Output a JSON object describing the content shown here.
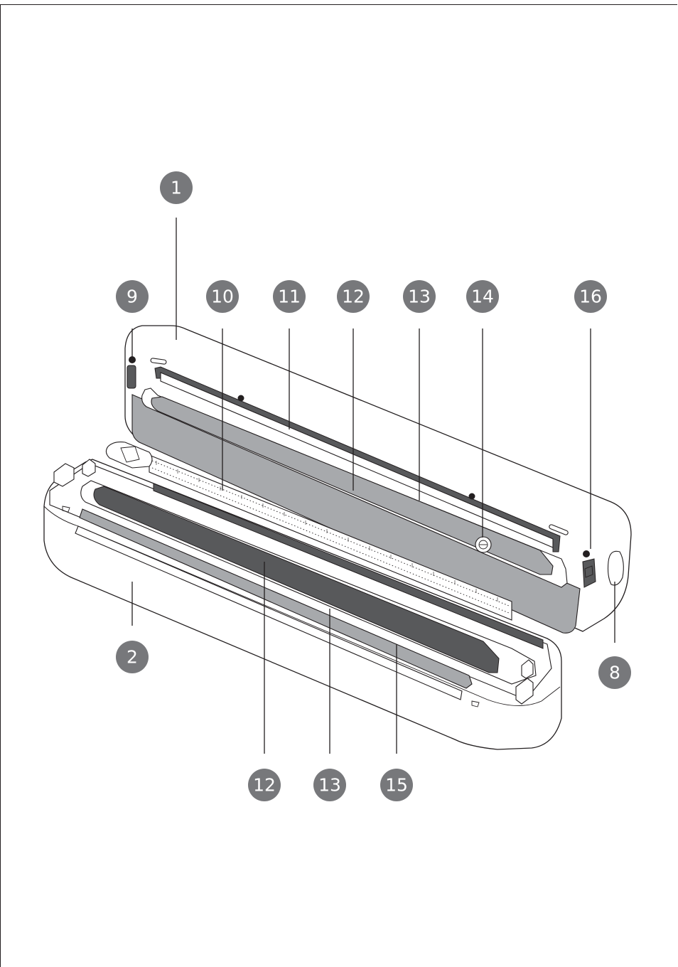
{
  "callouts": [
    {
      "id": "1",
      "label": "1"
    },
    {
      "id": "9",
      "label": "9"
    },
    {
      "id": "10",
      "label": "10"
    },
    {
      "id": "11",
      "label": "11"
    },
    {
      "id": "12a",
      "label": "12"
    },
    {
      "id": "13a",
      "label": "13"
    },
    {
      "id": "14",
      "label": "14"
    },
    {
      "id": "16",
      "label": "16"
    },
    {
      "id": "2",
      "label": "2"
    },
    {
      "id": "8",
      "label": "8"
    },
    {
      "id": "12b",
      "label": "12"
    },
    {
      "id": "13b",
      "label": "13"
    },
    {
      "id": "15",
      "label": "15"
    }
  ],
  "colors": {
    "callout_fill": "#77787b",
    "callout_text": "#ffffff",
    "line": "#231f20",
    "gasket_gray": "#a7a9ac",
    "heating_strip": "#58595b"
  }
}
